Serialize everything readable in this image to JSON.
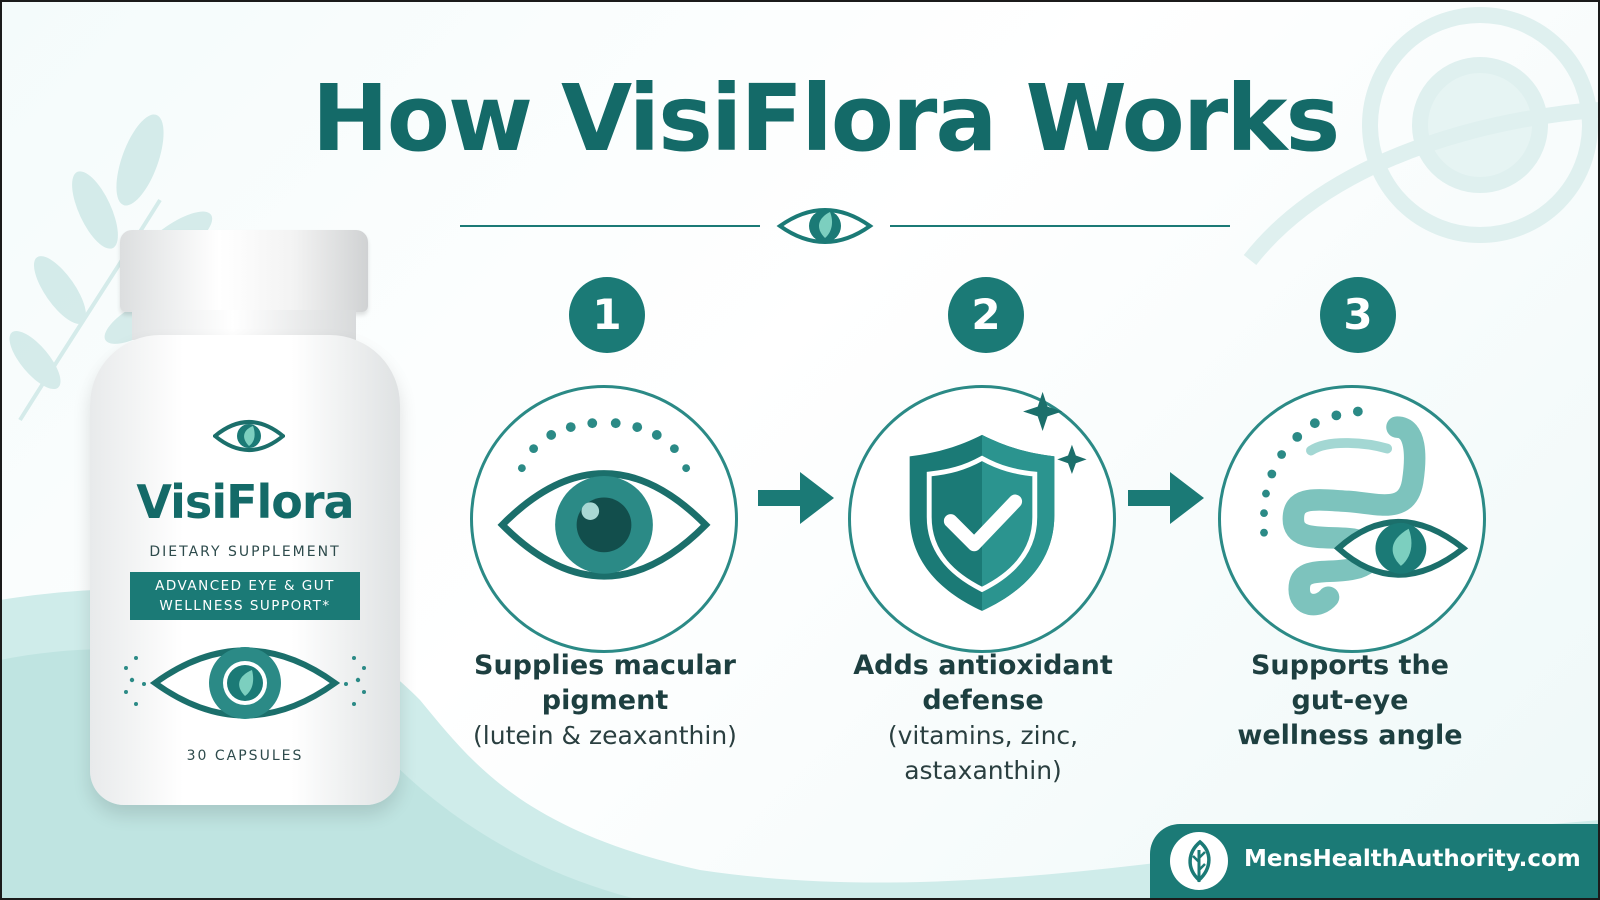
{
  "title": "How VisiFlora Works",
  "colors": {
    "primary": "#1b7a76",
    "accent": "#2b8a86",
    "light_accent": "#a8d8d4"
  },
  "product": {
    "brand": "VisiFlora",
    "type": "DIETARY SUPPLEMENT",
    "band_line1": "ADVANCED EYE & GUT",
    "band_line2": "WELLNESS SUPPORT*",
    "count": "30 CAPSULES"
  },
  "steps": [
    {
      "number": "1",
      "icon": "eye-icon",
      "title_line1": "Supplies macular",
      "title_line2": "pigment",
      "detail_line1": "(lutein & zeaxanthin)",
      "detail_line2": ""
    },
    {
      "number": "2",
      "icon": "shield-check-icon",
      "title_line1": "Adds antioxidant",
      "title_line2": "defense",
      "detail_line1": "(vitamins, zinc,",
      "detail_line2": "astaxanthin)"
    },
    {
      "number": "3",
      "icon": "gut-eye-icon",
      "title_line1": "Supports the",
      "title_line2": "gut-eye",
      "detail_line1": "wellness angle",
      "detail_line2": ""
    }
  ],
  "footer": {
    "site": "MensHealthAuthority.com",
    "icon": "leaf-icon"
  }
}
